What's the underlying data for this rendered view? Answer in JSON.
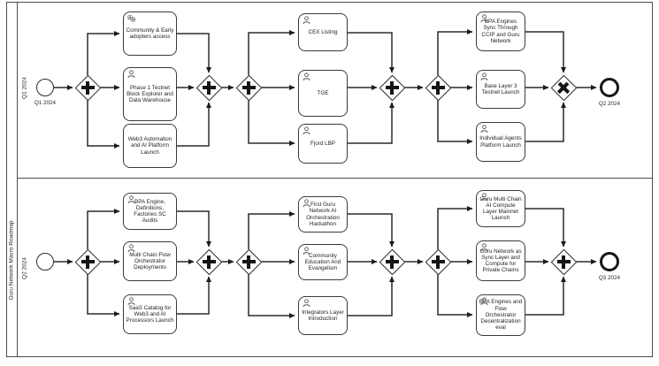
{
  "colors": {
    "stroke": "#2b2b2b",
    "task_border": "#3a3a3a",
    "background": "#ffffff",
    "text": "#1f1f1f"
  },
  "pool": {
    "label": "Guru Network Macro Roadmap"
  },
  "icons": {
    "user_task": "user-icon",
    "service_task": "gears-icon",
    "parallel_gateway": "plus-icon",
    "exclusive_gateway": "x-icon"
  },
  "lanes": [
    {
      "label": "Q1 2024",
      "start_event_label": "Q1 2024",
      "end_event_label": "Q2 2024",
      "final_gateway": "exclusive",
      "tasks": [
        {
          "label": "Community & Early adopters access",
          "icon": "gears-icon"
        },
        {
          "label": "Phase 1 Testnet Block Explorer and Data Warehouse",
          "icon": "user-icon"
        },
        {
          "label": "Web3 Automation and AI Platform Launch",
          "icon": "none"
        },
        {
          "label": "CEX Listing",
          "icon": "user-icon"
        },
        {
          "label": "TGE",
          "icon": "user-icon"
        },
        {
          "label": "Fjord LBP",
          "icon": "user-icon"
        },
        {
          "label": "BPA Engines Sync Through CCIP and Guru Network",
          "icon": "user-icon"
        },
        {
          "label": "Base Layer 3 Testnet Launch",
          "icon": "user-icon"
        },
        {
          "label": "Individual Agents Platform Launch",
          "icon": "user-icon"
        }
      ]
    },
    {
      "label": "Q2 2024",
      "start_event_label": "",
      "end_event_label": "Q3 2024",
      "final_gateway": "parallel",
      "tasks": [
        {
          "label": "BPA Engine, Definitions, Factories SC Audits",
          "icon": "user-icon"
        },
        {
          "label": "Multi Chain Flow Orchestrator Deployments",
          "icon": "user-icon"
        },
        {
          "label": "SaaS Catalog for Web3 and AI Processors Launch",
          "icon": "user-icon"
        },
        {
          "label": "First Guru Network AI Orchestration Hackathon",
          "icon": "user-icon"
        },
        {
          "label": "Community Education And Evangelism",
          "icon": "user-icon"
        },
        {
          "label": "Integrators Layer Introduction",
          "icon": "user-icon"
        },
        {
          "label": "Guru Multi Chain AI Compute Layer Mainnet Launch",
          "icon": "user-icon"
        },
        {
          "label": "Guru Network as Sync Layer and Compute for Private Chains",
          "icon": "user-icon"
        },
        {
          "label": "BPA Engines and Flow Orchestrator Decentralization eval",
          "icon": "user-icon"
        }
      ]
    }
  ]
}
